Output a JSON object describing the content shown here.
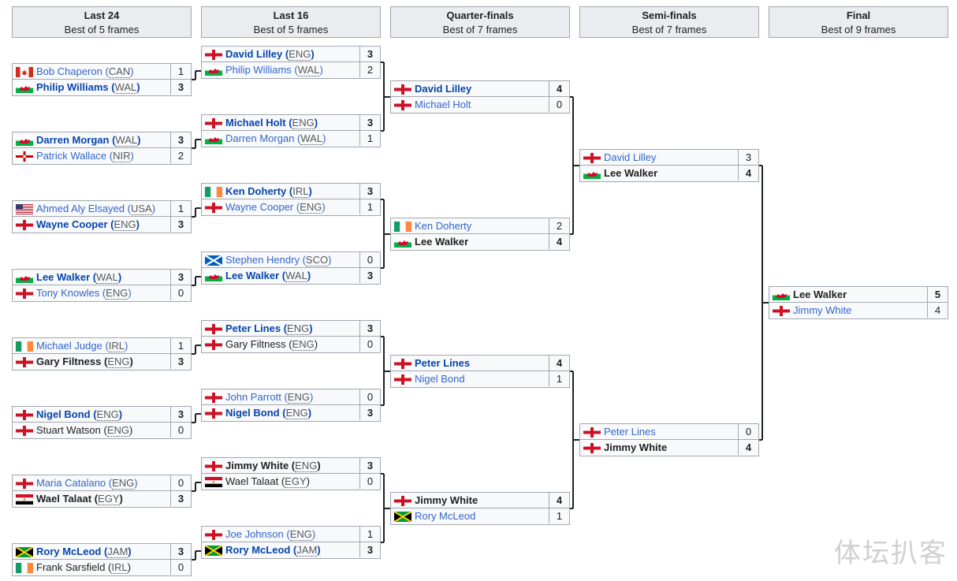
{
  "rounds": [
    {
      "title": "Last 24",
      "subtitle": "Best of 5 frames"
    },
    {
      "title": "Last 16",
      "subtitle": "Best of 5 frames"
    },
    {
      "title": "Quarter-finals",
      "subtitle": "Best of 7 frames"
    },
    {
      "title": "Semi-finals",
      "subtitle": "Best of 7 frames"
    },
    {
      "title": "Final",
      "subtitle": "Best of 9 frames"
    }
  ],
  "matches": [
    {
      "round": 0,
      "players": [
        {
          "name": "Bob Chaperon",
          "nat": "CAN",
          "flag": "can",
          "score": "1"
        },
        {
          "name": "Philip Williams",
          "nat": "WAL",
          "flag": "wal",
          "score": "3",
          "winner": true
        }
      ]
    },
    {
      "round": 0,
      "players": [
        {
          "name": "Darren Morgan",
          "nat": "WAL",
          "flag": "wal",
          "score": "3",
          "winner": true
        },
        {
          "name": "Patrick Wallace",
          "nat": "NIR",
          "flag": "nir",
          "score": "2"
        }
      ]
    },
    {
      "round": 0,
      "players": [
        {
          "name": "Ahmed Aly Elsayed",
          "nat": "USA",
          "flag": "usa",
          "score": "1"
        },
        {
          "name": "Wayne Cooper",
          "nat": "ENG",
          "flag": "eng",
          "score": "3",
          "winner": true
        }
      ]
    },
    {
      "round": 0,
      "players": [
        {
          "name": "Lee Walker",
          "nat": "WAL",
          "flag": "wal",
          "score": "3",
          "winner": true
        },
        {
          "name": "Tony Knowles",
          "nat": "ENG",
          "flag": "eng",
          "score": "0"
        }
      ]
    },
    {
      "round": 0,
      "players": [
        {
          "name": "Michael Judge",
          "nat": "IRL",
          "flag": "irl",
          "score": "1"
        },
        {
          "name": "Gary Filtness",
          "nat": "ENG",
          "flag": "eng",
          "score": "3",
          "winner": true,
          "dark": true
        }
      ]
    },
    {
      "round": 0,
      "players": [
        {
          "name": "Nigel Bond",
          "nat": "ENG",
          "flag": "eng",
          "score": "3",
          "winner": true
        },
        {
          "name": "Stuart Watson",
          "nat": "ENG",
          "flag": "eng",
          "score": "0",
          "dark": true
        }
      ]
    },
    {
      "round": 0,
      "players": [
        {
          "name": "Maria Catalano",
          "nat": "ENG",
          "flag": "eng",
          "score": "0"
        },
        {
          "name": "Wael Talaat",
          "nat": "EGY",
          "flag": "egy",
          "score": "3",
          "winner": true,
          "dark": true
        }
      ]
    },
    {
      "round": 0,
      "players": [
        {
          "name": "Rory McLeod",
          "nat": "JAM",
          "flag": "jam",
          "score": "3",
          "winner": true
        },
        {
          "name": "Frank Sarsfield",
          "nat": "IRL",
          "flag": "irl",
          "score": "0",
          "dark": true
        }
      ]
    },
    {
      "round": 1,
      "players": [
        {
          "name": "David Lilley",
          "nat": "ENG",
          "flag": "eng",
          "score": "3",
          "winner": true
        },
        {
          "name": "Philip Williams",
          "nat": "WAL",
          "flag": "wal",
          "score": "2"
        }
      ]
    },
    {
      "round": 1,
      "players": [
        {
          "name": "Michael Holt",
          "nat": "ENG",
          "flag": "eng",
          "score": "3",
          "winner": true
        },
        {
          "name": "Darren Morgan",
          "nat": "WAL",
          "flag": "wal",
          "score": "1"
        }
      ]
    },
    {
      "round": 1,
      "players": [
        {
          "name": "Ken Doherty",
          "nat": "IRL",
          "flag": "irl",
          "score": "3",
          "winner": true
        },
        {
          "name": "Wayne Cooper",
          "nat": "ENG",
          "flag": "eng",
          "score": "1"
        }
      ]
    },
    {
      "round": 1,
      "players": [
        {
          "name": "Stephen Hendry",
          "nat": "SCO",
          "flag": "sco",
          "score": "0"
        },
        {
          "name": "Lee Walker",
          "nat": "WAL",
          "flag": "wal",
          "score": "3",
          "winner": true
        }
      ]
    },
    {
      "round": 1,
      "players": [
        {
          "name": "Peter Lines",
          "nat": "ENG",
          "flag": "eng",
          "score": "3",
          "winner": true
        },
        {
          "name": "Gary Filtness",
          "nat": "ENG",
          "flag": "eng",
          "score": "0",
          "dark": true
        }
      ]
    },
    {
      "round": 1,
      "players": [
        {
          "name": "John Parrott",
          "nat": "ENG",
          "flag": "eng",
          "score": "0"
        },
        {
          "name": "Nigel Bond",
          "nat": "ENG",
          "flag": "eng",
          "score": "3",
          "winner": true
        }
      ]
    },
    {
      "round": 1,
      "players": [
        {
          "name": "Jimmy White",
          "nat": "ENG",
          "flag": "eng",
          "score": "3",
          "winner": true,
          "dark": true
        },
        {
          "name": "Wael Talaat",
          "nat": "EGY",
          "flag": "egy",
          "score": "0",
          "dark": true
        }
      ]
    },
    {
      "round": 1,
      "players": [
        {
          "name": "Joe Johnson",
          "nat": "ENG",
          "flag": "eng",
          "score": "1"
        },
        {
          "name": "Rory McLeod",
          "nat": "JAM",
          "flag": "jam",
          "score": "3",
          "winner": true
        }
      ]
    },
    {
      "round": 2,
      "players": [
        {
          "name": "David Lilley",
          "nat": "",
          "flag": "eng",
          "score": "4",
          "winner": true
        },
        {
          "name": "Michael Holt",
          "nat": "",
          "flag": "eng",
          "score": "0"
        }
      ]
    },
    {
      "round": 2,
      "players": [
        {
          "name": "Ken Doherty",
          "nat": "",
          "flag": "irl",
          "score": "2"
        },
        {
          "name": "Lee Walker",
          "nat": "",
          "flag": "wal",
          "score": "4",
          "winner": true,
          "dark": true
        }
      ]
    },
    {
      "round": 2,
      "players": [
        {
          "name": "Peter Lines",
          "nat": "",
          "flag": "eng",
          "score": "4",
          "winner": true
        },
        {
          "name": "Nigel Bond",
          "nat": "",
          "flag": "eng",
          "score": "1"
        }
      ]
    },
    {
      "round": 2,
      "players": [
        {
          "name": "Jimmy White",
          "nat": "",
          "flag": "eng",
          "score": "4",
          "winner": true,
          "dark": true
        },
        {
          "name": "Rory McLeod",
          "nat": "",
          "flag": "jam",
          "score": "1"
        }
      ]
    },
    {
      "round": 3,
      "players": [
        {
          "name": "David Lilley",
          "nat": "",
          "flag": "eng",
          "score": "3"
        },
        {
          "name": "Lee Walker",
          "nat": "",
          "flag": "wal",
          "score": "4",
          "winner": true,
          "dark": true
        }
      ]
    },
    {
      "round": 3,
      "players": [
        {
          "name": "Peter Lines",
          "nat": "",
          "flag": "eng",
          "score": "0"
        },
        {
          "name": "Jimmy White",
          "nat": "",
          "flag": "eng",
          "score": "4",
          "winner": true,
          "dark": true
        }
      ]
    },
    {
      "round": 4,
      "players": [
        {
          "name": "Lee Walker",
          "nat": "",
          "flag": "wal",
          "score": "5",
          "winner": true,
          "dark": true
        },
        {
          "name": "Jimmy White",
          "nat": "",
          "flag": "eng",
          "score": "4"
        }
      ]
    }
  ],
  "watermark": "体坛扒客"
}
